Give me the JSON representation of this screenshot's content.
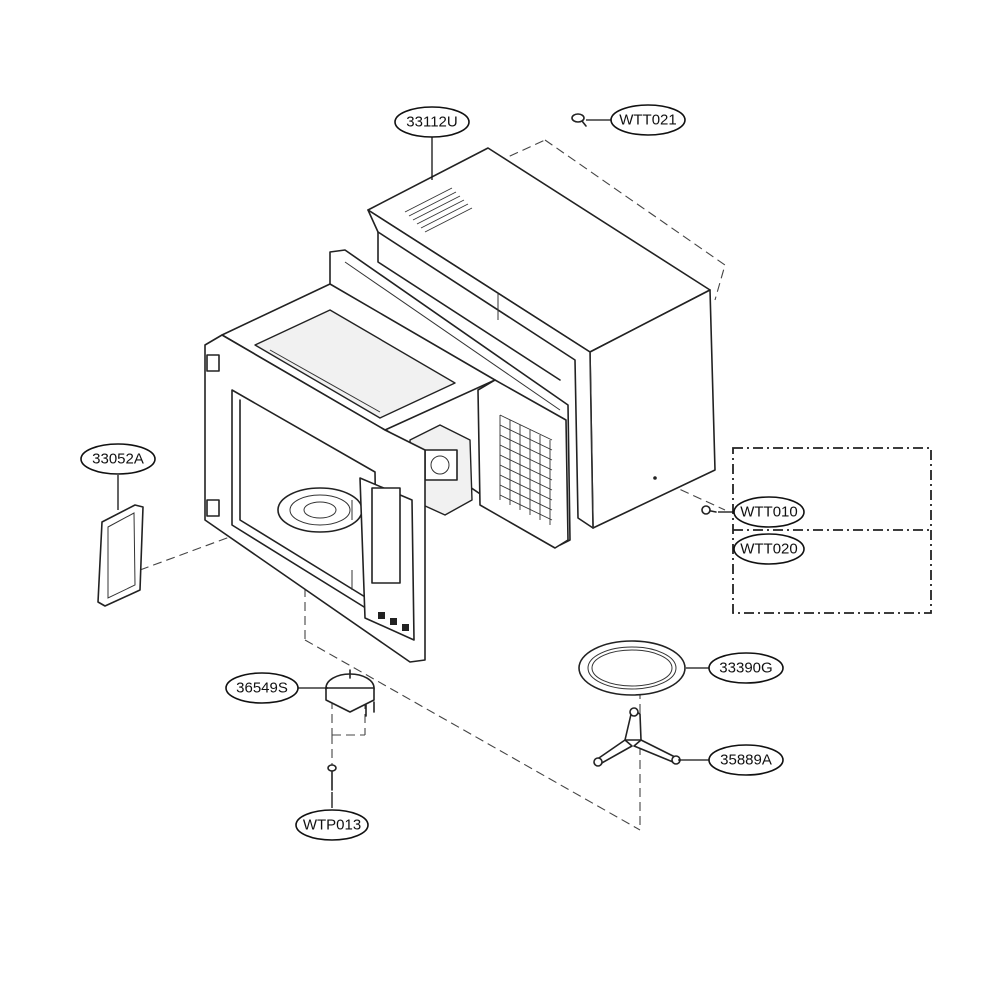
{
  "callouts": {
    "c33112U": "33112U",
    "cWTT021": "WTT021",
    "c33052A": "33052A",
    "cWTT010": "WTT010",
    "cWTT020": "WTT020",
    "c33390G": "33390G",
    "c36549S": "36549S",
    "c35889A": "35889A",
    "cWTP013": "WTP013"
  }
}
